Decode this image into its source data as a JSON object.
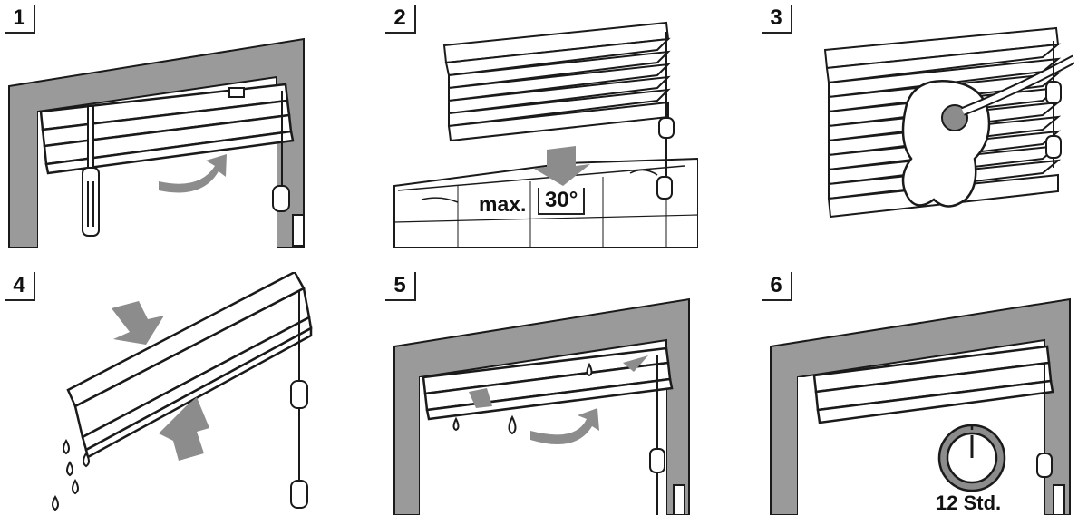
{
  "steps": [
    {
      "number": "1"
    },
    {
      "number": "2",
      "temperature_prefix": "max.",
      "temperature_value": "30°"
    },
    {
      "number": "3"
    },
    {
      "number": "4"
    },
    {
      "number": "5"
    },
    {
      "number": "6",
      "duration": "12 Std."
    }
  ],
  "colors": {
    "wall": "#9a9a9a",
    "arrow": "#8c8c8c",
    "line": "#1a1a1a",
    "paper": "#ffffff"
  }
}
